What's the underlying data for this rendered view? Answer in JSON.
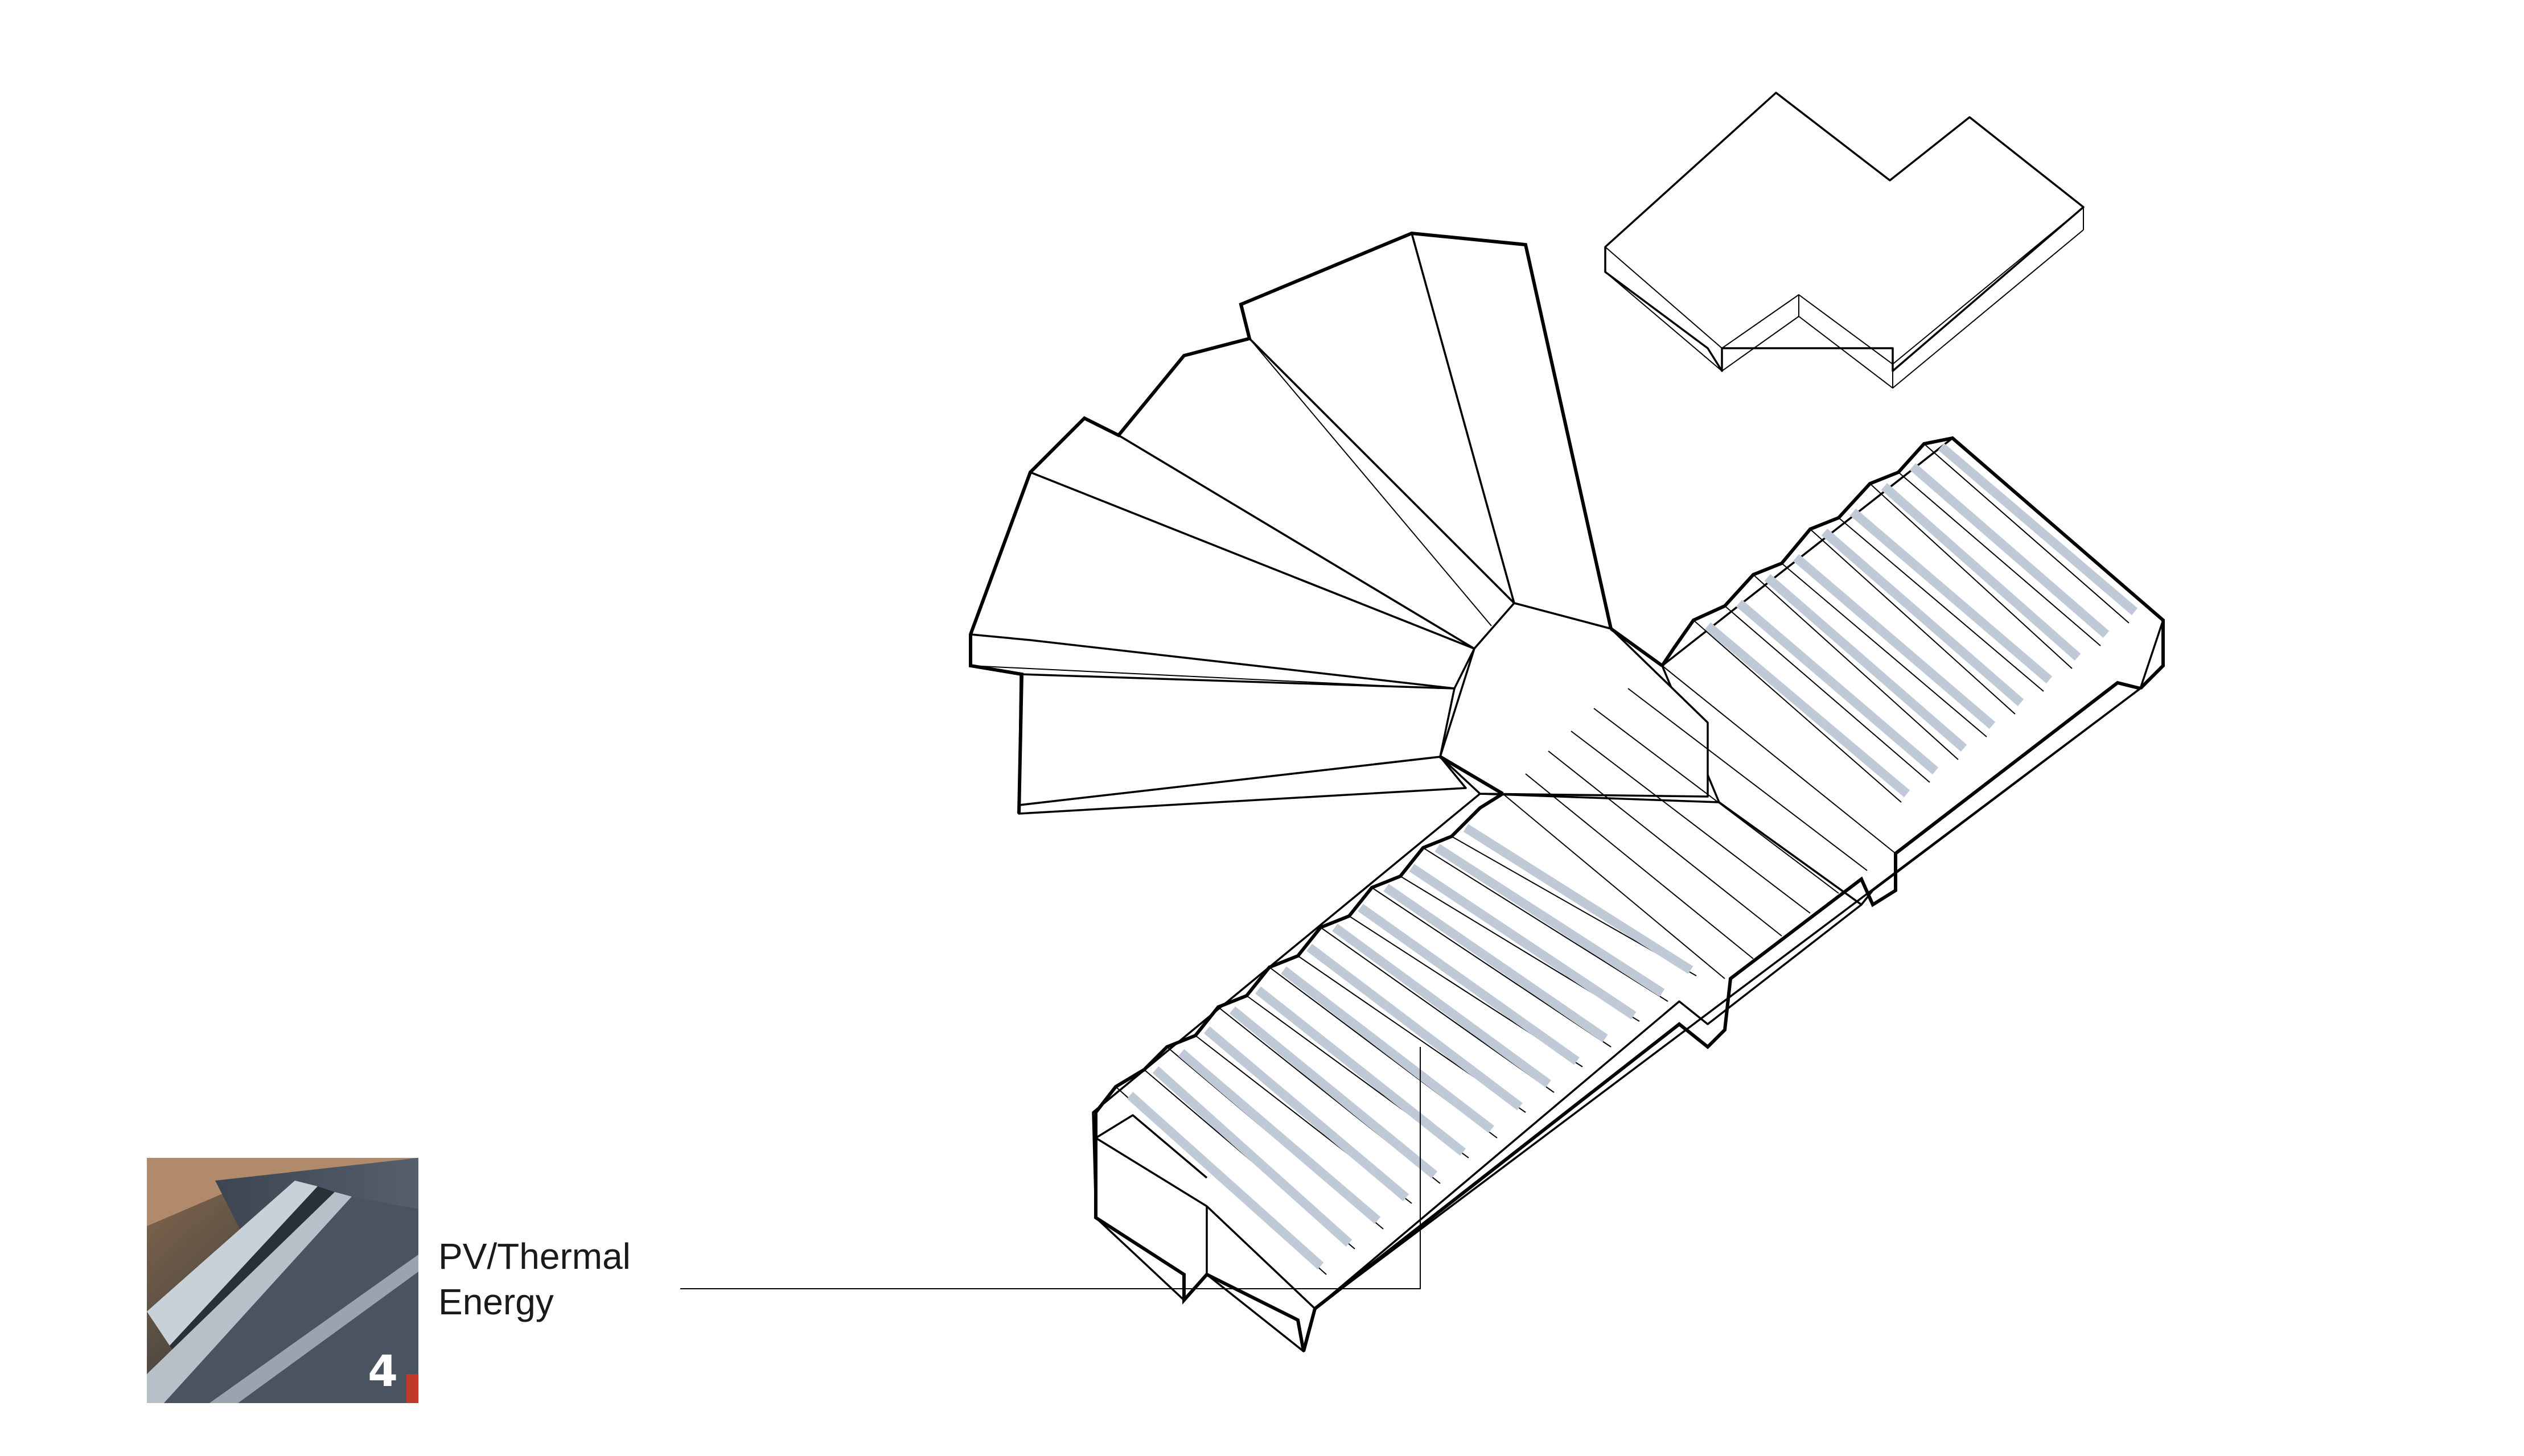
{
  "callout": {
    "label_line1": "PV/Thermal",
    "label_line2": "Energy",
    "photo_number": "4"
  },
  "colors": {
    "line": "#000000",
    "pv_panel": "#c0cad6",
    "background": "#ffffff"
  },
  "icons": [
    "pv-panel-photo"
  ]
}
